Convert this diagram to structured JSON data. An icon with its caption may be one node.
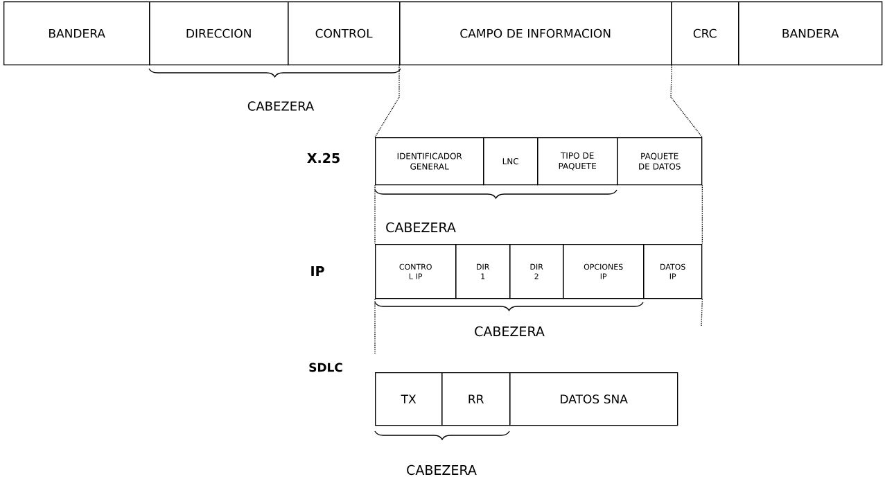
{
  "diagram": {
    "nodes": [
      {
        "text": [
          "BANDERA"
        ]
      },
      {
        "text": [
          "DIRECCION"
        ]
      },
      {
        "text": [
          "CONTROL"
        ]
      },
      {
        "text": [
          "CAMPO DE INFORMACION"
        ]
      },
      {
        "text": [
          "CRC"
        ]
      },
      {
        "text": [
          "BANDERA"
        ]
      },
      {
        "text": [
          "IDENTIFICADOR GENERAL"
        ]
      },
      {
        "text": [
          "LNC"
        ]
      },
      {
        "text": [
          "TIPO DE PAQUETE"
        ]
      },
      {
        "text": [
          "PAQUETE DE DATOS"
        ]
      },
      {
        "text": [
          "CONTRO L IP"
        ]
      },
      {
        "text": [
          "DIR 1"
        ]
      },
      {
        "text": [
          "DIR 2"
        ]
      },
      {
        "text": [
          "OPCIONES IP"
        ]
      },
      {
        "text": [
          "DATOS IP"
        ]
      },
      {
        "text": [
          "TX"
        ]
      },
      {
        "text": [
          "RR"
        ]
      },
      {
        "text": [
          "DATOS SNA"
        ]
      }
    ],
    "edges": [
      {
        "from": 3,
        "to": 6,
        "arrow": "none",
        "style": "dashed"
      },
      {
        "from": 3,
        "to": 9,
        "arrow": "none",
        "style": "dashed"
      },
      {
        "from": 6,
        "to": 10,
        "arrow": "none",
        "style": "dashed"
      },
      {
        "from": 9,
        "to": 14,
        "arrow": "none",
        "style": "dashed"
      },
      {
        "from": 10,
        "to": null,
        "arrow": "none",
        "style": "dashed"
      },
      {
        "from": 14,
        "to": null,
        "arrow": "none",
        "style": "dashed"
      }
    ],
    "labels": [
      "CABEZERA",
      "X.25",
      "CABEZERA",
      "IP",
      "CABEZERA",
      "SDLC",
      "CABEZERA"
    ]
  }
}
